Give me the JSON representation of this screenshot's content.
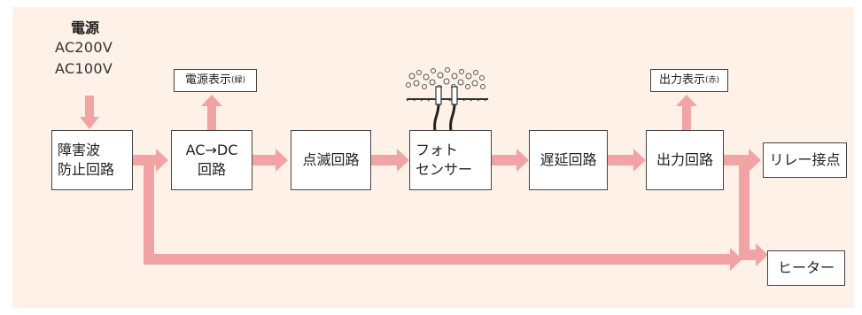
{
  "power": {
    "title": "電源",
    "line1": "AC200V",
    "line2": "AC100V"
  },
  "blocks": {
    "surge": {
      "line1": "障害波",
      "line2": "防止回路"
    },
    "acdc": {
      "line1": "AC→DC",
      "line2": "回路"
    },
    "blink": {
      "label": "点滅回路"
    },
    "photo": {
      "line1": "フォト",
      "line2": "センサー"
    },
    "delay": {
      "label": "遅延回路"
    },
    "output": {
      "label": "出力回路"
    },
    "relay": {
      "label": "リレー接点"
    },
    "heater": {
      "label": "ヒーター"
    }
  },
  "indicators": {
    "power": {
      "label": "電源表示",
      "color_note": "(緑)"
    },
    "output": {
      "label": "出力表示",
      "color_note": "(赤)"
    }
  },
  "colors": {
    "arrow": "#f2a3a5",
    "panel": "#fdf1e8",
    "box_border": "#444444"
  }
}
